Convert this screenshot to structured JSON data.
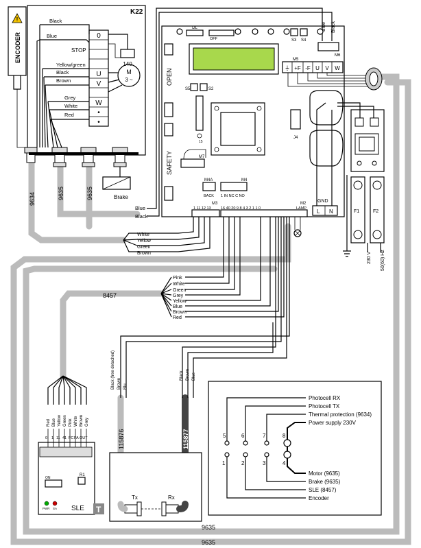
{
  "encoder_label": "ENCODER",
  "k22": {
    "title": "K22",
    "wires": [
      "Black",
      "Blue",
      "Yellow/green",
      "Black",
      "Brown",
      "Grey",
      "White",
      "Red"
    ],
    "stop_label": "STOP",
    "terminals": [
      "0",
      "U",
      "V",
      "W"
    ],
    "motor_label": "M",
    "motor_phase": "3 ~",
    "cap_label": "140",
    "brake_label": "Brake"
  },
  "cables": {
    "c9634": "9634",
    "c9635a": "9635",
    "c9635b": "9635",
    "c8457": "8457",
    "c9635_bottom1": "9635",
    "c9635_bottom2": "9635",
    "c115876": "115876",
    "c115877": "115877"
  },
  "board": {
    "open_label": "OPEN",
    "safety_label": "SAFETY",
    "dl_label": "DL",
    "off_label": "OFF",
    "m5_label": "M5",
    "m5_terminals": [
      "⏚",
      "+F",
      "-F",
      "U",
      "V",
      "W"
    ],
    "m6_label": "M6",
    "s5_label": "S5",
    "s2_label": "S2",
    "s3_label": "S3",
    "s4_label": "S4",
    "j4_label": "J4",
    "m7_label": "M7",
    "m4a_label": "M4A",
    "m4a_sub": "BACK",
    "m4_label": "M4",
    "m4_terminals": "1  IN  NC  C  NO",
    "m3_label": "M3",
    "m3_numbers": "1  11  12  13",
    "m2_label": "M2",
    "m2_numbers": "16  40  20  9  8  4  3  2  1  1  0",
    "lamp_label": "LAMP",
    "gnd_label": "GND",
    "l_label": "L",
    "n_label": "N",
    "f1_label": "F1",
    "f2_label": "F2",
    "voltage": "230 V",
    "freq": "50(60) Hz",
    "blue_label": "Blue",
    "black_label": "Black"
  },
  "encoder_wires": [
    "Blue",
    "Black"
  ],
  "m3_wires": [
    "White",
    "Yellow",
    "Green",
    "Brown"
  ],
  "sle_cable_wires": [
    "Pink",
    "White",
    "Green",
    "Grey",
    "Yellow",
    "Blue",
    "Brown",
    "Red"
  ],
  "sle": {
    "label": "SLE",
    "wire_labels": [
      "Red",
      "Blue",
      "Yellow",
      "Green",
      "Pink",
      "White",
      "Brown",
      "Grey"
    ],
    "terminal_labels": [
      "0",
      "1",
      "11",
      "41",
      "FC",
      "FA",
      "OUT"
    ],
    "r1": "R1",
    "on": "ON",
    "pwr": "PWR",
    "sa": "SA",
    "t_badge": "T"
  },
  "photocell": {
    "tx_wires": [
      "Black (free detached)",
      "Brown",
      "Blu"
    ],
    "rx_wires": [
      "Black",
      "Brown",
      "Blue"
    ],
    "tx_label": "Tx",
    "rx_label": "Rx"
  },
  "connector": {
    "pins_top": [
      "5",
      "6",
      "7",
      "8"
    ],
    "pins_bottom": [
      "1",
      "2",
      "3",
      "4"
    ],
    "legend": [
      "Photocell RX",
      "Photocell TX",
      "Thermal protection (9634)",
      "Power supply 230V",
      "Motor (9635)",
      "Brake (9635)",
      "SLE (8457)",
      "Encoder"
    ]
  }
}
